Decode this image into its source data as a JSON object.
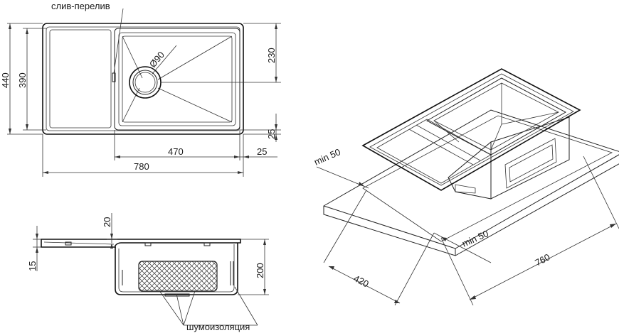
{
  "top_view": {
    "label_overflow": "слив-перелив",
    "dim_width_total": "780",
    "dim_bowl_width": "470",
    "dim_right_margin": "25",
    "dim_bottom_margin": "25",
    "dim_height_total": "440",
    "dim_inner_height": "390",
    "dim_drain_offset": "230",
    "dim_drain_diameter": "Ø90"
  },
  "side_view": {
    "dim_rim": "20",
    "dim_deck": "15",
    "dim_depth": "200",
    "label_insulation": "шумоизоляция"
  },
  "iso_view": {
    "dim_min_left": "min 50",
    "dim_min_right": "min 50",
    "dim_depth": "420",
    "dim_length": "760"
  }
}
